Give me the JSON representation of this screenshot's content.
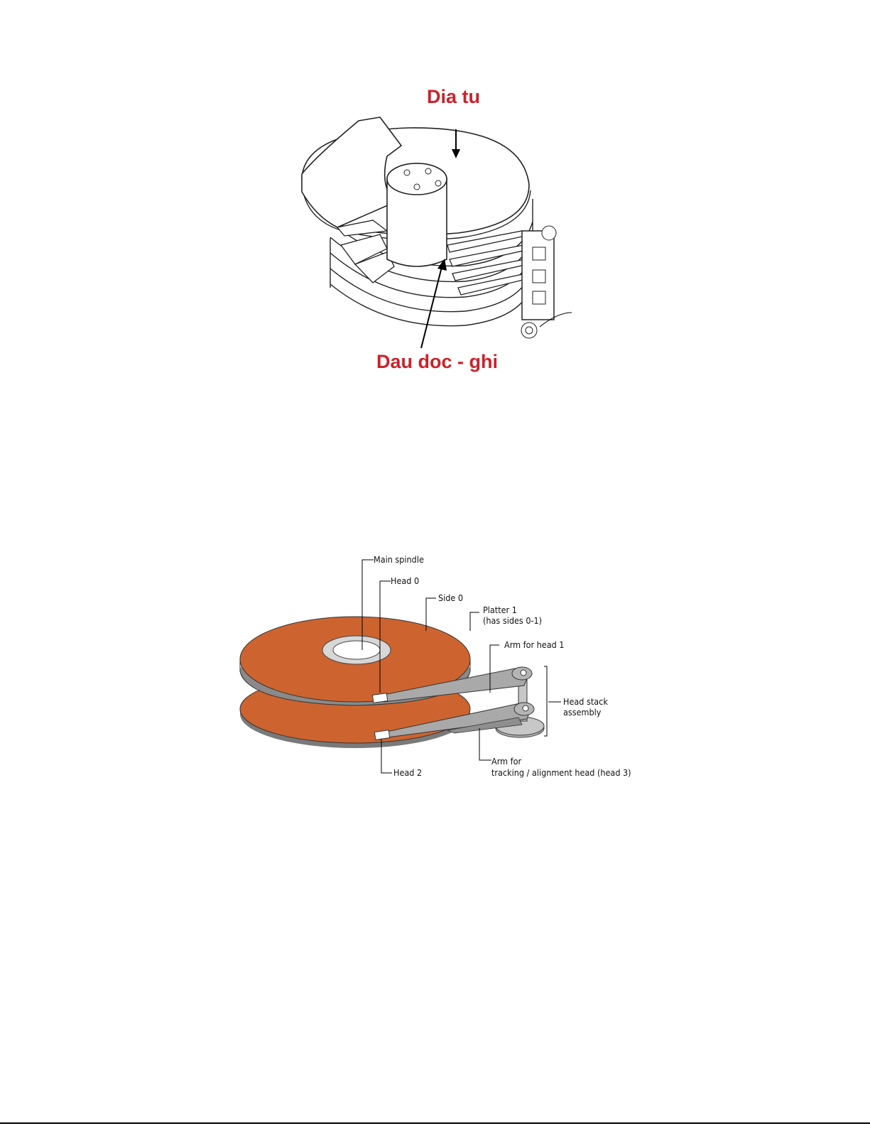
{
  "top_figure": {
    "label_platter": "Dia tu",
    "label_head": "Dau doc - ghi",
    "accent_color": "#cc2229"
  },
  "bottom_figure": {
    "platter_color": "#cd6430",
    "arm_color": "#a9a9a9",
    "callouts": {
      "main_spindle": "Main spindle",
      "head0": "Head 0",
      "side0": "Side 0",
      "platter1_line1": "Platter 1",
      "platter1_line2": "(has sides 0-1)",
      "arm_head1": "Arm for head 1",
      "head_stack_line1": "Head stack",
      "head_stack_line2": "assembly",
      "head2": "Head 2",
      "arm_tracking_line1": "Arm for",
      "arm_tracking_line2": "tracking / alignment head (head 3)"
    }
  }
}
